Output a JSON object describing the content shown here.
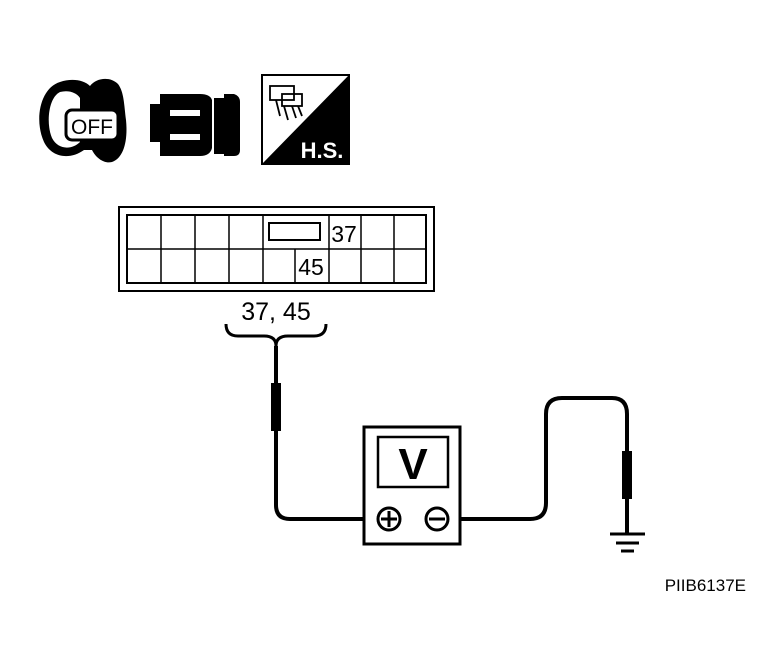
{
  "icons": {
    "ignition": {
      "icon": "ignition-key-icon",
      "label": "OFF"
    },
    "connector": {
      "icon": "disconnected-connector-icon"
    },
    "harness": {
      "icon": "harness-side-icon",
      "label": "H.S."
    }
  },
  "connector": {
    "terminal_a": "37",
    "terminal_b": "45",
    "brace_label": "37, 45"
  },
  "meter": {
    "label": "V",
    "plus": "+",
    "minus": "−"
  },
  "figure_id": "PIIB6137E",
  "colors": {
    "ink": "#000000",
    "paper": "#ffffff"
  }
}
